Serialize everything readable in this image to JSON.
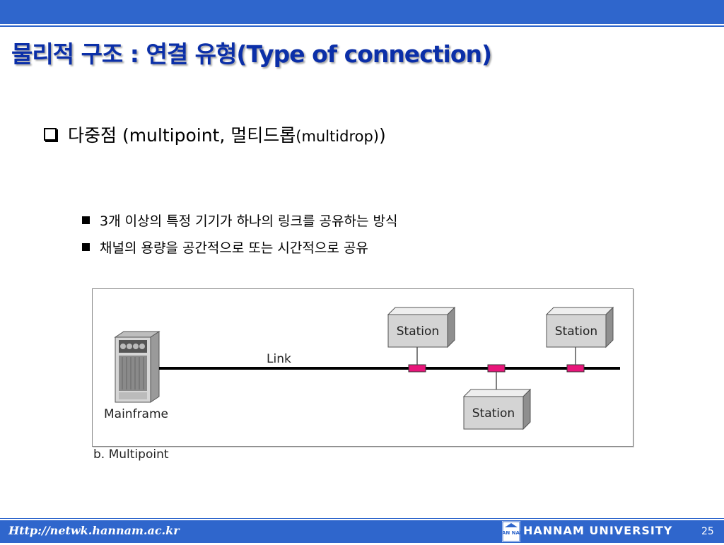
{
  "slide": {
    "title": "물리적 구조 : 연결 유형(Type of connection)",
    "bullet_main": "다중점 (multipoint, 멀티드롭",
    "bullet_main_small": "(multidrop)",
    "bullet_main_close": ")",
    "sub_bullets": [
      "3개 이상의 특정 기기가 하나의 링크를 공유하는 방식",
      "채널의 용량을 공간적으로 또는 시간적으로 공유"
    ]
  },
  "diagram": {
    "link_label": "Link",
    "mainframe_label": "Mainframe",
    "stations": [
      "Station",
      "Station",
      "Station"
    ],
    "caption": "b. Multipoint",
    "colors": {
      "link": "#000000",
      "tap": "#e8157a",
      "station_fill": "#d4d4d4"
    }
  },
  "footer": {
    "url": "Http://netwk.hannam.ac.kr",
    "university": "HANNAM  UNIVERSITY",
    "logo_text": "HAN NAM",
    "page_number": "25"
  },
  "colors": {
    "bar": "#2f66cc",
    "title": "#0b2fa8"
  }
}
